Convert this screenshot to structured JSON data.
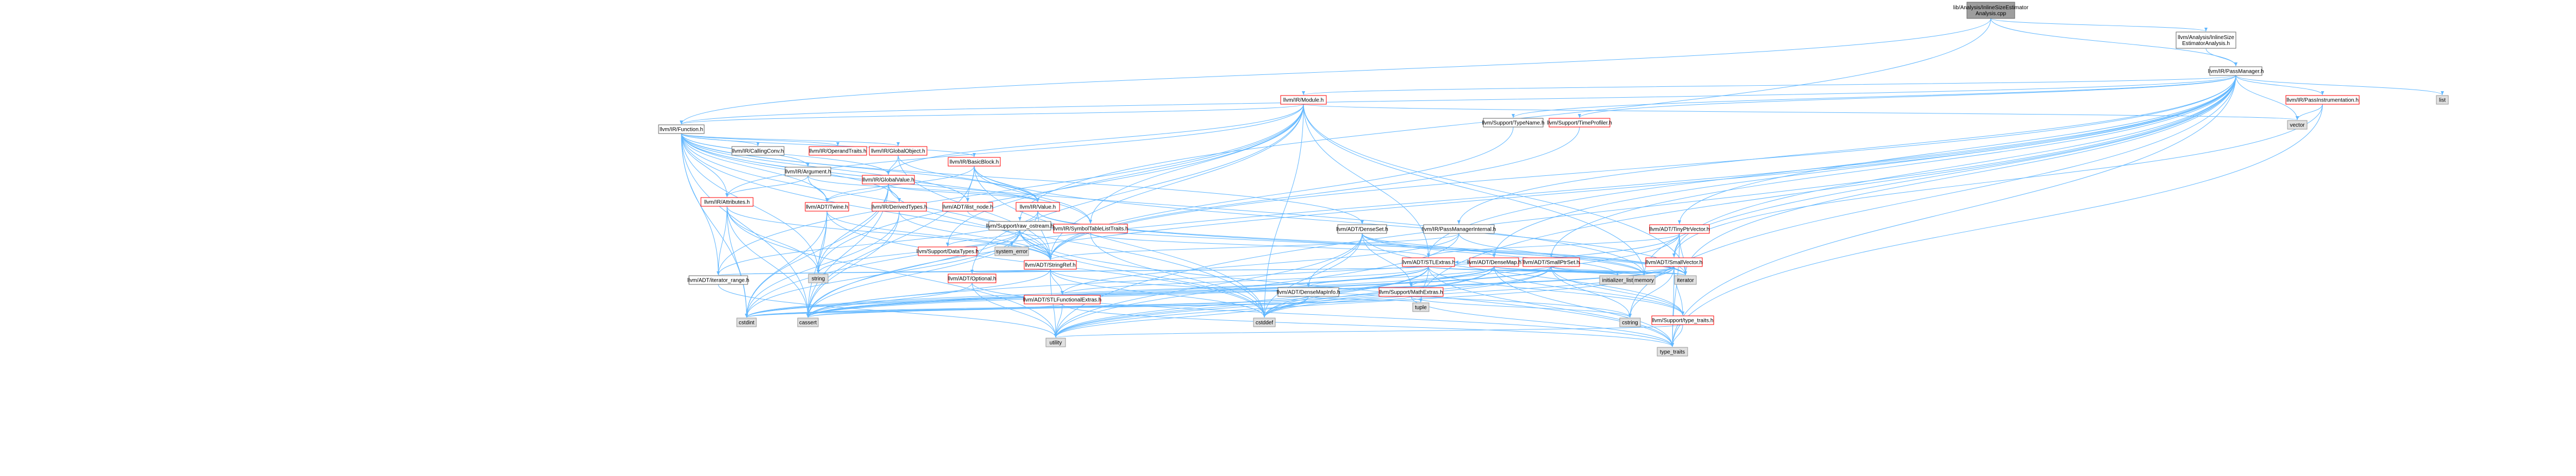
{
  "colors": {
    "edge": "#63b8ff",
    "edge_alt": "#6e6e6e",
    "root_fill": "#9e9e9e",
    "root_border": "#666666",
    "normal_fill": "#ffffff",
    "normal_border": "#666666",
    "incomplete_border": "#ff0000",
    "system_fill": "#e0e0e0",
    "system_border": "#999999"
  },
  "graph": {
    "nodes": [
      {
        "id": "root",
        "label": "lib/Analysis/InlineSizeEstimator\nAnalysis.cpp",
        "kind": "root"
      },
      {
        "id": "inlinesize",
        "label": "llvm/Analysis/InlineSize\nEstimatorAnalysis.h",
        "kind": "normal"
      },
      {
        "id": "passmanager",
        "label": "llvm/IR/PassManager.h",
        "kind": "normal"
      },
      {
        "id": "function",
        "label": "llvm/IR/Function.h",
        "kind": "normal"
      },
      {
        "id": "module",
        "label": "llvm/IR/Module.h",
        "kind": "incomplete"
      },
      {
        "id": "typename",
        "label": "llvm/Support/TypeName.h",
        "kind": "normal"
      },
      {
        "id": "timeprofiler",
        "label": "llvm/Support/TimeProfiler.h",
        "kind": "incomplete"
      },
      {
        "id": "passinstr",
        "label": "llvm/IR/PassInstrumentation.h",
        "kind": "incomplete"
      },
      {
        "id": "vector",
        "label": "vector",
        "kind": "system"
      },
      {
        "id": "list",
        "label": "list",
        "kind": "system"
      },
      {
        "id": "callingconv",
        "label": "llvm/IR/CallingConv.h",
        "kind": "normal"
      },
      {
        "id": "operandtraits",
        "label": "llvm/IR/OperandTraits.h",
        "kind": "incomplete"
      },
      {
        "id": "globalobject",
        "label": "llvm/IR/GlobalObject.h",
        "kind": "incomplete"
      },
      {
        "id": "basicblock",
        "label": "llvm/IR/BasicBlock.h",
        "kind": "incomplete"
      },
      {
        "id": "argument",
        "label": "llvm/IR/Argument.h",
        "kind": "normal"
      },
      {
        "id": "globalvalue",
        "label": "llvm/IR/GlobalValue.h",
        "kind": "incomplete"
      },
      {
        "id": "attributes",
        "label": "llvm/IR/Attributes.h",
        "kind": "incomplete"
      },
      {
        "id": "twine",
        "label": "llvm/ADT/Twine.h",
        "kind": "incomplete"
      },
      {
        "id": "derivedtypes",
        "label": "llvm/IR/DerivedTypes.h",
        "kind": "incomplete"
      },
      {
        "id": "ilistnode",
        "label": "llvm/ADT/ilist_node.h",
        "kind": "incomplete"
      },
      {
        "id": "value",
        "label": "llvm/IR/Value.h",
        "kind": "incomplete"
      },
      {
        "id": "symboltable",
        "label": "llvm/IR/SymbolTableListTraits.h",
        "kind": "incomplete"
      },
      {
        "id": "rawostream",
        "label": "llvm/Support/raw_ostream.h",
        "kind": "normal"
      },
      {
        "id": "denseset",
        "label": "llvm/ADT/DenseSet.h",
        "kind": "normal"
      },
      {
        "id": "pmi",
        "label": "llvm/IR/PassManagerInternal.h",
        "kind": "normal"
      },
      {
        "id": "tinyptrvector",
        "label": "llvm/ADT/TinyPtrVector.h",
        "kind": "incomplete"
      },
      {
        "id": "datatypes",
        "label": "llvm/Support/DataTypes.h",
        "kind": "incomplete"
      },
      {
        "id": "systemerror",
        "label": "system_error",
        "kind": "system"
      },
      {
        "id": "stringref",
        "label": "llvm/ADT/StringRef.h",
        "kind": "incomplete"
      },
      {
        "id": "stlextras",
        "label": "llvm/ADT/STLExtras.h",
        "kind": "incomplete"
      },
      {
        "id": "densemap",
        "label": "llvm/ADT/DenseMap.h",
        "kind": "incomplete"
      },
      {
        "id": "smallptrset",
        "label": "llvm/ADT/SmallPtrSet.h",
        "kind": "incomplete"
      },
      {
        "id": "smallvector",
        "label": "llvm/ADT/SmallVector.h",
        "kind": "incomplete"
      },
      {
        "id": "iteratorrange",
        "label": "llvm/ADT/iterator_range.h",
        "kind": "normal"
      },
      {
        "id": "string",
        "label": "string",
        "kind": "system"
      },
      {
        "id": "optional",
        "label": "llvm/ADT/Optional.h",
        "kind": "incomplete"
      },
      {
        "id": "stlfunc",
        "label": "llvm/ADT/STLFunctionalExtras.h",
        "kind": "incomplete"
      },
      {
        "id": "densemapinfo",
        "label": "llvm/ADT/DenseMapInfo.h",
        "kind": "normal"
      },
      {
        "id": "mathextras",
        "label": "llvm/Support/MathExtras.h",
        "kind": "incomplete"
      },
      {
        "id": "initlist",
        "label": "initializer_list",
        "kind": "system"
      },
      {
        "id": "memory",
        "label": "memory",
        "kind": "system"
      },
      {
        "id": "iterator",
        "label": "iterator",
        "kind": "system"
      },
      {
        "id": "cstdint",
        "label": "cstdint",
        "kind": "system"
      },
      {
        "id": "cassert",
        "label": "cassert",
        "kind": "system"
      },
      {
        "id": "cstddef",
        "label": "cstddef",
        "kind": "system"
      },
      {
        "id": "tuple",
        "label": "tuple",
        "kind": "system"
      },
      {
        "id": "cstring",
        "label": "cstring",
        "kind": "system"
      },
      {
        "id": "typetraitsllvm",
        "label": "llvm/Support/type_traits.h",
        "kind": "incomplete"
      },
      {
        "id": "utility",
        "label": "utility",
        "kind": "system"
      },
      {
        "id": "typetraits",
        "label": "type_traits",
        "kind": "system"
      }
    ],
    "edges": [
      [
        "root",
        "inlinesize"
      ],
      [
        "root",
        "passmanager"
      ],
      [
        "root",
        "function"
      ],
      [
        "root",
        "rawostream"
      ],
      [
        "inlinesize",
        "passmanager"
      ],
      [
        "passmanager",
        "module"
      ],
      [
        "passmanager",
        "function"
      ],
      [
        "passmanager",
        "typename"
      ],
      [
        "passmanager",
        "timeprofiler"
      ],
      [
        "passmanager",
        "passinstr"
      ],
      [
        "passmanager",
        "pmi"
      ],
      [
        "passmanager",
        "tinyptrvector"
      ],
      [
        "passmanager",
        "densemap"
      ],
      [
        "passmanager",
        "smallptrset"
      ],
      [
        "passmanager",
        "smallvector"
      ],
      [
        "passmanager",
        "stlextras"
      ],
      [
        "passmanager",
        "stringref"
      ],
      [
        "passmanager",
        "vector"
      ],
      [
        "passmanager",
        "list"
      ],
      [
        "passmanager",
        "memory"
      ],
      [
        "passmanager",
        "cstring"
      ],
      [
        "passmanager",
        "iterator"
      ],
      [
        "passmanager",
        "tuple"
      ],
      [
        "passmanager",
        "typetraits"
      ],
      [
        "passmanager",
        "utility"
      ],
      [
        "passmanager",
        "cassert"
      ],
      [
        "passmanager",
        "cstdint"
      ],
      [
        "module",
        "function"
      ],
      [
        "module",
        "attributes"
      ],
      [
        "module",
        "globalvalue"
      ],
      [
        "module",
        "symboltable"
      ],
      [
        "module",
        "stlextras"
      ],
      [
        "module",
        "stringref"
      ],
      [
        "module",
        "iteratorrange"
      ],
      [
        "module",
        "datatypes"
      ],
      [
        "module",
        "vector"
      ],
      [
        "module",
        "memory"
      ],
      [
        "module",
        "iterator"
      ],
      [
        "module",
        "cstddef"
      ],
      [
        "module",
        "string"
      ],
      [
        "module",
        "optional"
      ],
      [
        "function",
        "callingconv"
      ],
      [
        "function",
        "operandtraits"
      ],
      [
        "function",
        "globalobject"
      ],
      [
        "function",
        "basicblock"
      ],
      [
        "function",
        "argument"
      ],
      [
        "function",
        "globalvalue"
      ],
      [
        "function",
        "attributes"
      ],
      [
        "function",
        "twine"
      ],
      [
        "function",
        "derivedtypes"
      ],
      [
        "function",
        "ilistnode"
      ],
      [
        "function",
        "value"
      ],
      [
        "function",
        "symboltable"
      ],
      [
        "function",
        "denseset"
      ],
      [
        "function",
        "stringref"
      ],
      [
        "function",
        "iteratorrange"
      ],
      [
        "function",
        "string"
      ],
      [
        "function",
        "cassert"
      ],
      [
        "function",
        "cstddef"
      ],
      [
        "function",
        "cstdint"
      ],
      [
        "function",
        "memory"
      ],
      [
        "typename",
        "stringref"
      ],
      [
        "timeprofiler",
        "stringref"
      ],
      [
        "passinstr",
        "vector"
      ],
      [
        "passinstr",
        "typetraits"
      ],
      [
        "passinstr",
        "smallvector"
      ],
      [
        "globalobject",
        "globalvalue"
      ],
      [
        "globalobject",
        "value"
      ],
      [
        "globalobject",
        "stringref"
      ],
      [
        "basicblock",
        "twine"
      ],
      [
        "basicblock",
        "ilistnode"
      ],
      [
        "basicblock",
        "value"
      ],
      [
        "basicblock",
        "symboltable"
      ],
      [
        "basicblock",
        "iterator"
      ],
      [
        "basicblock",
        "cstddef"
      ],
      [
        "basicblock",
        "cassert"
      ],
      [
        "argument",
        "twine"
      ],
      [
        "argument",
        "value"
      ],
      [
        "argument",
        "attributes"
      ],
      [
        "globalvalue",
        "twine"
      ],
      [
        "globalvalue",
        "derivedtypes"
      ],
      [
        "globalvalue",
        "value"
      ],
      [
        "globalvalue",
        "stringref"
      ],
      [
        "globalvalue",
        "cassert"
      ],
      [
        "globalvalue",
        "cstdint"
      ],
      [
        "globalvalue",
        "string"
      ],
      [
        "attributes",
        "stringref"
      ],
      [
        "attributes",
        "iteratorrange"
      ],
      [
        "attributes",
        "string"
      ],
      [
        "attributes",
        "utility"
      ],
      [
        "attributes",
        "cassert"
      ],
      [
        "attributes",
        "cstdint"
      ],
      [
        "twine",
        "stringref"
      ],
      [
        "twine",
        "string"
      ],
      [
        "twine",
        "cassert"
      ],
      [
        "twine",
        "cstdint"
      ],
      [
        "twine",
        "cstddef"
      ],
      [
        "derivedtypes",
        "stringref"
      ],
      [
        "derivedtypes",
        "cassert"
      ],
      [
        "derivedtypes",
        "cstdint"
      ],
      [
        "ilistnode",
        "iterator"
      ],
      [
        "value",
        "stringref"
      ],
      [
        "value",
        "iteratorrange"
      ],
      [
        "value",
        "cassert"
      ],
      [
        "value",
        "iterator"
      ],
      [
        "value",
        "memory"
      ],
      [
        "symboltable",
        "stlextras"
      ],
      [
        "symboltable",
        "cstddef"
      ],
      [
        "rawostream",
        "stringref"
      ],
      [
        "rawostream",
        "datatypes"
      ],
      [
        "rawostream",
        "systemerror"
      ],
      [
        "rawostream",
        "string"
      ],
      [
        "rawostream",
        "cassert"
      ],
      [
        "rawostream",
        "cstddef"
      ],
      [
        "rawostream",
        "cstdint"
      ],
      [
        "rawostream",
        "typetraits"
      ],
      [
        "denseset",
        "densemap"
      ],
      [
        "denseset",
        "densemapinfo"
      ],
      [
        "denseset",
        "mathextras"
      ],
      [
        "denseset",
        "typetraitsllvm"
      ],
      [
        "denseset",
        "initlist"
      ],
      [
        "denseset",
        "iterator"
      ],
      [
        "denseset",
        "cstddef"
      ],
      [
        "denseset",
        "utility"
      ],
      [
        "pmi",
        "stringref"
      ],
      [
        "pmi",
        "stlfunc"
      ],
      [
        "pmi",
        "memory"
      ],
      [
        "pmi",
        "utility"
      ],
      [
        "tinyptrvector",
        "smallvector"
      ],
      [
        "tinyptrvector",
        "stlextras"
      ],
      [
        "tinyptrvector",
        "iterator"
      ],
      [
        "tinyptrvector",
        "cassert"
      ],
      [
        "tinyptrvector",
        "cstddef"
      ],
      [
        "tinyptrvector",
        "typetraits"
      ],
      [
        "stringref",
        "iteratorrange"
      ],
      [
        "stringref",
        "stlfunc"
      ],
      [
        "stringref",
        "string"
      ],
      [
        "stringref",
        "cassert"
      ],
      [
        "stringref",
        "cstring"
      ],
      [
        "stringref",
        "utility"
      ],
      [
        "stringref",
        "cstddef"
      ],
      [
        "stlextras",
        "stlfunc"
      ],
      [
        "stlextras",
        "iteratorrange"
      ],
      [
        "stlextras",
        "optional"
      ],
      [
        "stlextras",
        "typetraitsllvm"
      ],
      [
        "stlextras",
        "cassert"
      ],
      [
        "stlextras",
        "cstddef"
      ],
      [
        "stlextras",
        "cstdint"
      ],
      [
        "stlextras",
        "initlist"
      ],
      [
        "stlextras",
        "iterator"
      ],
      [
        "stlextras",
        "memory"
      ],
      [
        "stlextras",
        "tuple"
      ],
      [
        "stlextras",
        "utility"
      ],
      [
        "stlextras",
        "typetraits"
      ],
      [
        "densemap",
        "densemapinfo"
      ],
      [
        "densemap",
        "mathextras"
      ],
      [
        "densemap",
        "typetraitsllvm"
      ],
      [
        "densemap",
        "initlist"
      ],
      [
        "densemap",
        "iterator"
      ],
      [
        "densemap",
        "cassert"
      ],
      [
        "densemap",
        "cstddef"
      ],
      [
        "densemap",
        "memory"
      ],
      [
        "densemap",
        "utility"
      ],
      [
        "densemap",
        "typetraits"
      ],
      [
        "densemap",
        "stlextras"
      ],
      [
        "smallptrset",
        "typetraitsllvm"
      ],
      [
        "smallptrset",
        "cassert"
      ],
      [
        "smallptrset",
        "cstddef"
      ],
      [
        "smallptrset",
        "cstdint"
      ],
      [
        "smallptrset",
        "cstring"
      ],
      [
        "smallptrset",
        "initlist"
      ],
      [
        "smallptrset",
        "iterator"
      ],
      [
        "smallptrset",
        "utility"
      ],
      [
        "smallvector",
        "cassert"
      ],
      [
        "smallvector",
        "cstddef"
      ],
      [
        "smallvector",
        "cstdint"
      ],
      [
        "smallvector",
        "cstring"
      ],
      [
        "smallvector",
        "initlist"
      ],
      [
        "smallvector",
        "iterator"
      ],
      [
        "smallvector",
        "memory"
      ],
      [
        "smallvector",
        "typetraitsllvm"
      ],
      [
        "smallvector",
        "utility"
      ],
      [
        "smallvector",
        "typetraits"
      ],
      [
        "iteratorrange",
        "utility"
      ],
      [
        "optional",
        "cassert"
      ],
      [
        "optional",
        "utility"
      ],
      [
        "optional",
        "typetraits"
      ],
      [
        "stlfunc",
        "cstdint"
      ],
      [
        "stlfunc",
        "utility"
      ],
      [
        "stlfunc",
        "typetraits"
      ],
      [
        "densemapinfo",
        "cassert"
      ],
      [
        "densemapinfo",
        "cstddef"
      ],
      [
        "densemapinfo",
        "cstdint"
      ],
      [
        "densemapinfo",
        "tuple"
      ],
      [
        "densemapinfo",
        "utility"
      ],
      [
        "mathextras",
        "cassert"
      ],
      [
        "mathextras",
        "cstdint"
      ],
      [
        "mathextras",
        "cstring"
      ],
      [
        "mathextras",
        "typetraits"
      ],
      [
        "typetraitsllvm",
        "typetraits"
      ],
      [
        "typetraitsllvm",
        "utility"
      ]
    ]
  }
}
